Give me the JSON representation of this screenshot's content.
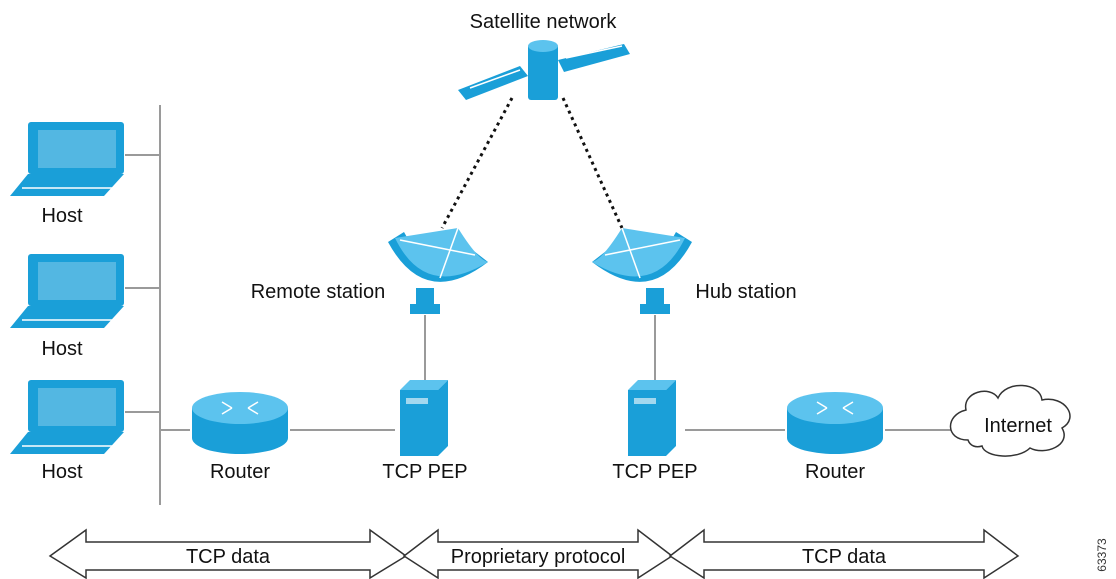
{
  "labels": {
    "satellite": "Satellite network",
    "host1": "Host",
    "host2": "Host",
    "host3": "Host",
    "remote_station": "Remote station",
    "hub_station": "Hub station",
    "router_left": "Router",
    "router_right": "Router",
    "pep_left": "TCP PEP",
    "pep_right": "TCP PEP",
    "internet": "Internet",
    "tcp_data_left": "TCP data",
    "proprietary": "Proprietary protocol",
    "tcp_data_right": "TCP data",
    "figure_id": "63373"
  },
  "colors": {
    "device_blue": "#1a9fd8",
    "line_gray": "#9a9a9a"
  },
  "icons": [
    "laptop-icon",
    "satellite-icon",
    "dish-antenna-icon",
    "router-icon",
    "server-icon",
    "cloud-icon"
  ]
}
